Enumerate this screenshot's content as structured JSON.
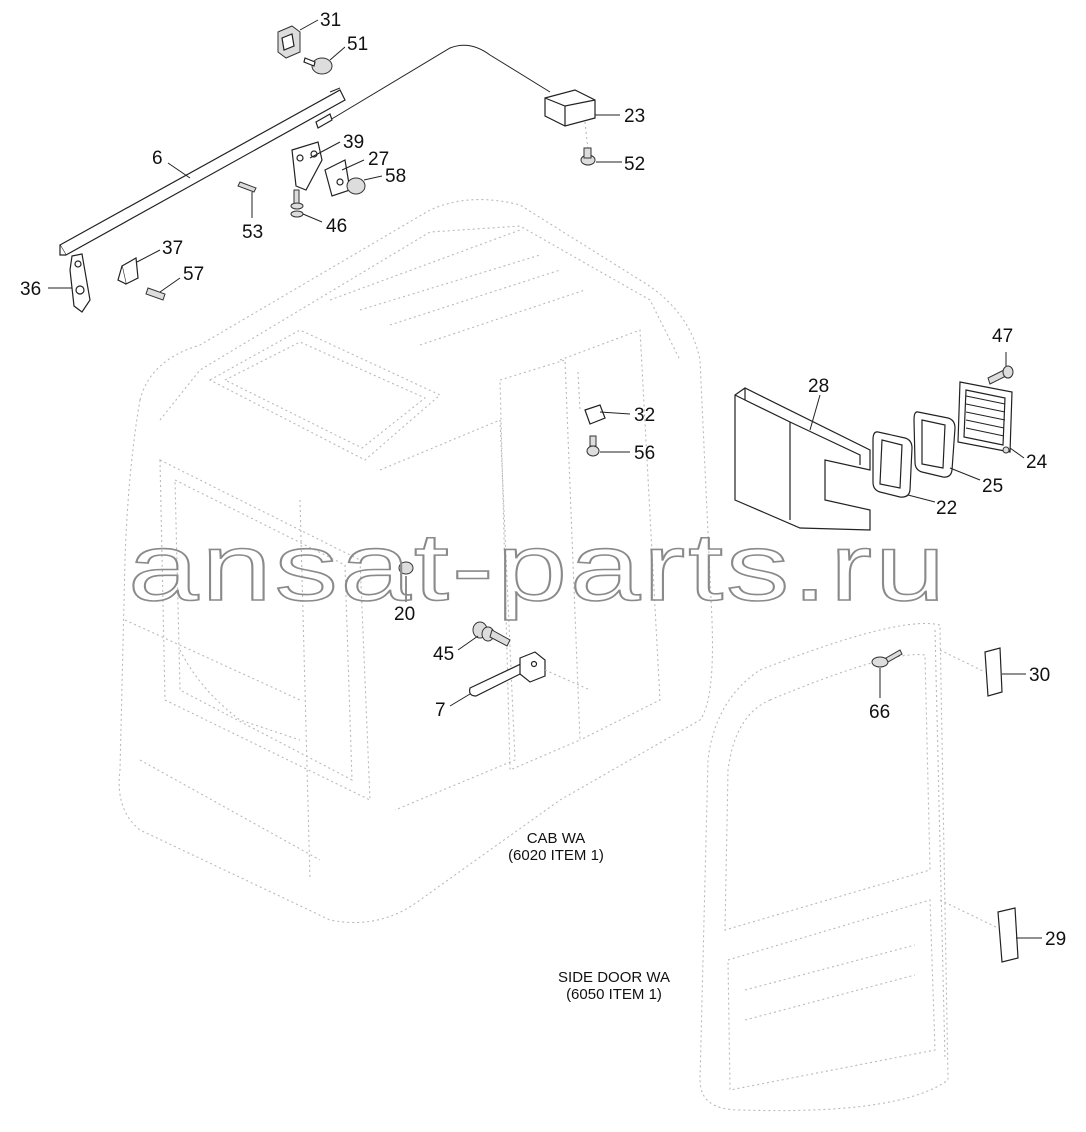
{
  "watermark": "ansat-parts.ru",
  "captions": {
    "cab_line1": "CAB WA",
    "cab_line2": "(6020 ITEM 1)",
    "door_line1": "SIDE DOOR WA",
    "door_line2": "(6050 ITEM 1)"
  },
  "callouts": {
    "p31": "31",
    "p51": "51",
    "p23": "23",
    "p52": "52",
    "p6": "6",
    "p39": "39",
    "p27": "27",
    "p58": "58",
    "p53": "53",
    "p46": "46",
    "p37": "37",
    "p57": "57",
    "p36": "36",
    "p47": "47",
    "p28": "28",
    "p32": "32",
    "p56": "56",
    "p24": "24",
    "p25": "25",
    "p22": "22",
    "p20": "20",
    "p45": "45",
    "p7": "7",
    "p30": "30",
    "p66": "66",
    "p29": "29"
  }
}
